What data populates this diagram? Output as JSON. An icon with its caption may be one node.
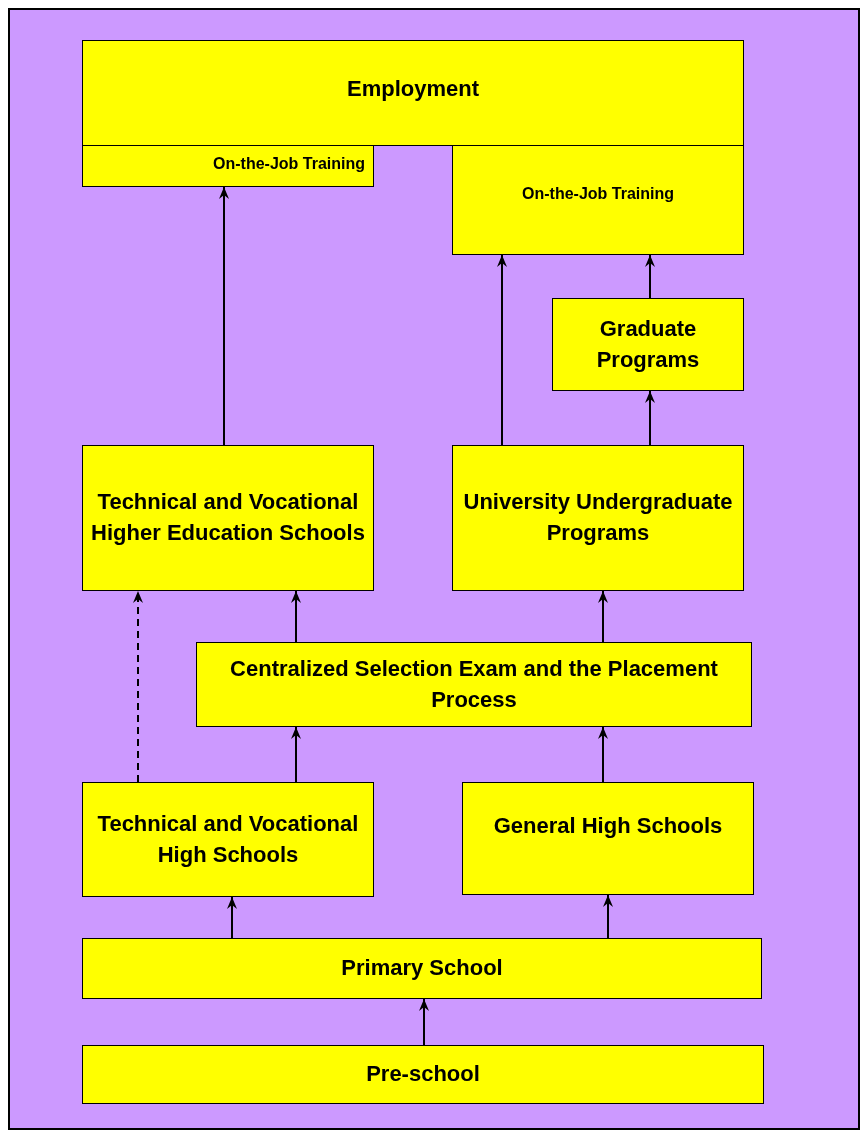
{
  "diagram": {
    "nodes": [
      {
        "text": [
          "Employment"
        ]
      },
      {
        "text": [
          "On-the-Job Training"
        ]
      },
      {
        "text": [
          "On-the-Job Training"
        ]
      },
      {
        "text": [
          "Graduate Programs"
        ]
      },
      {
        "text": [
          "Technical and Vocational Higher Education Schools"
        ]
      },
      {
        "text": [
          "University Undergraduate Programs"
        ]
      },
      {
        "text": [
          "Centralized Selection Exam and the Placement Process"
        ]
      },
      {
        "text": [
          "Technical and Vocational High Schools"
        ]
      },
      {
        "text": [
          "General High Schools"
        ]
      },
      {
        "text": [
          "Primary School"
        ]
      },
      {
        "text": [
          "Pre-school"
        ]
      }
    ],
    "edges": [
      {
        "from": 4,
        "to": 1,
        "arrow": "to"
      },
      {
        "from": 5,
        "to": 2,
        "arrow": "to"
      },
      {
        "from": 3,
        "to": 2,
        "arrow": "to"
      },
      {
        "from": 5,
        "to": 3,
        "arrow": "to"
      },
      {
        "from": 6,
        "to": 4,
        "arrow": "to"
      },
      {
        "from": 6,
        "to": 5,
        "arrow": "to"
      },
      {
        "from": 7,
        "to": 4,
        "arrow": "to",
        "style": "dashed"
      },
      {
        "from": 7,
        "to": 6,
        "arrow": "to"
      },
      {
        "from": 8,
        "to": 6,
        "arrow": "to"
      },
      {
        "from": 9,
        "to": 7,
        "arrow": "to"
      },
      {
        "from": 9,
        "to": 8,
        "arrow": "to"
      },
      {
        "from": 10,
        "to": 9,
        "arrow": "to"
      }
    ]
  }
}
